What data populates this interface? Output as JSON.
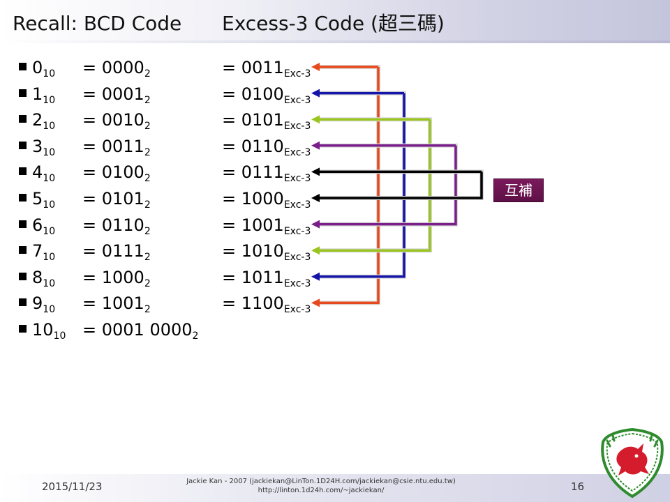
{
  "slide": {
    "title_left": "Recall: BCD Code",
    "title_right": "Excess-3 Code (超三碼)"
  },
  "rows": [
    {
      "dec": "0",
      "dec_sub": "10",
      "bin": "= 0000",
      "bin_sub": "2",
      "exc": "= 0011",
      "exc_sub": "Exc-3"
    },
    {
      "dec": "1",
      "dec_sub": "10",
      "bin": "= 0001",
      "bin_sub": "2",
      "exc": "= 0100",
      "exc_sub": "Exc-3"
    },
    {
      "dec": "2",
      "dec_sub": "10",
      "bin": "= 0010",
      "bin_sub": "2",
      "exc": "= 0101",
      "exc_sub": "Exc-3"
    },
    {
      "dec": "3",
      "dec_sub": "10",
      "bin": "= 0011",
      "bin_sub": "2",
      "exc": "= 0110",
      "exc_sub": "Exc-3"
    },
    {
      "dec": "4",
      "dec_sub": "10",
      "bin": "= 0100",
      "bin_sub": "2",
      "exc": "= 0111",
      "exc_sub": "Exc-3"
    },
    {
      "dec": "5",
      "dec_sub": "10",
      "bin": "= 0101",
      "bin_sub": "2",
      "exc": "= 1000",
      "exc_sub": "Exc-3"
    },
    {
      "dec": "6",
      "dec_sub": "10",
      "bin": "= 0110",
      "bin_sub": "2",
      "exc": "= 1001",
      "exc_sub": "Exc-3"
    },
    {
      "dec": "7",
      "dec_sub": "10",
      "bin": "= 0111",
      "bin_sub": "2",
      "exc": "= 1010",
      "exc_sub": "Exc-3"
    },
    {
      "dec": "8",
      "dec_sub": "10",
      "bin": "= 1000",
      "bin_sub": "2",
      "exc": "= 1011",
      "exc_sub": "Exc-3"
    },
    {
      "dec": "9",
      "dec_sub": "10",
      "bin": "= 1001",
      "bin_sub": "2",
      "exc": "= 1100",
      "exc_sub": "Exc-3"
    },
    {
      "dec": "10",
      "dec_sub": "10",
      "bin": "= 0001 0000",
      "bin_sub": "2",
      "exc": "",
      "exc_sub": ""
    }
  ],
  "complement_pairs": [
    {
      "from_row": 0,
      "to_row": 9,
      "color": "#e8491c"
    },
    {
      "from_row": 1,
      "to_row": 8,
      "color": "#1414a8"
    },
    {
      "from_row": 2,
      "to_row": 7,
      "color": "#9ac41e"
    },
    {
      "from_row": 3,
      "to_row": 6,
      "color": "#7a1f8a"
    },
    {
      "from_row": 4,
      "to_row": 5,
      "color": "#000000"
    }
  ],
  "badge": {
    "label": "互補"
  },
  "footer": {
    "date": "2015/11/23",
    "credit_line1": "Jackie Kan - 2007 (jackiekan@LinTon.1D24H.com/jackiekan@csie.ntu.edu.tw)",
    "credit_line2": "http://linton.1d24h.com/~jackiekan/",
    "page": "16"
  },
  "logo": {
    "icon": "dragon-crest-logo",
    "colors": {
      "leaf": "#2e8b2e",
      "dragon": "#d41c2c"
    }
  }
}
